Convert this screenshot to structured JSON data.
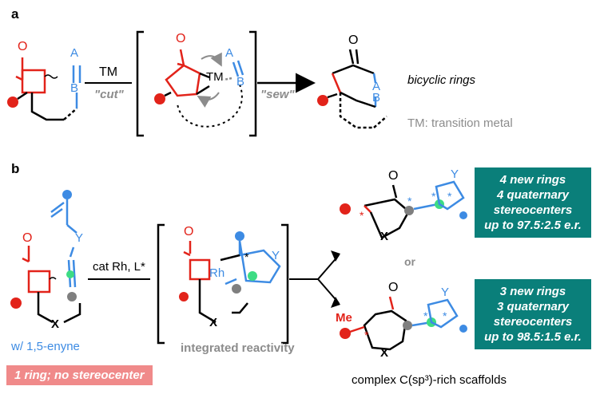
{
  "panel_a": {
    "label": "a",
    "tm_label": "TM",
    "cut_label": "\"cut\"",
    "sew_label": "\"sew\"",
    "tm_metal": "TM",
    "bicyclic": "bicyclic rings",
    "tm_definition": "TM: transition metal",
    "atom_a": "A",
    "atom_b": "B",
    "atom_o": "O"
  },
  "panel_b": {
    "label": "b",
    "conditions": "cat Rh, L*",
    "enyne": "w/ 1,5-enyne",
    "integrated": "integrated reactivity",
    "or": "or",
    "scaffolds": "complex C(sp³)-rich scaffolds",
    "start_badge": "1 ring; no stereocenter",
    "atom_y": "Y",
    "atom_x": "X",
    "atom_rh": "Rh",
    "atom_me": "Me",
    "star": "*",
    "box_top": [
      "4 new rings",
      "4 quaternary",
      "stereocenters",
      "up to 97.5:2.5 e.r."
    ],
    "box_bottom": [
      "3 new rings",
      "3 quaternary",
      "stereocenters",
      "up to 98.5:1.5 e.r."
    ]
  },
  "colors": {
    "red": "#e2231a",
    "blue": "#3d8be3",
    "teal": "#0a7f7a",
    "pink": "#f08a8a",
    "green": "#3ddc84",
    "gray": "#8c8c8c"
  }
}
